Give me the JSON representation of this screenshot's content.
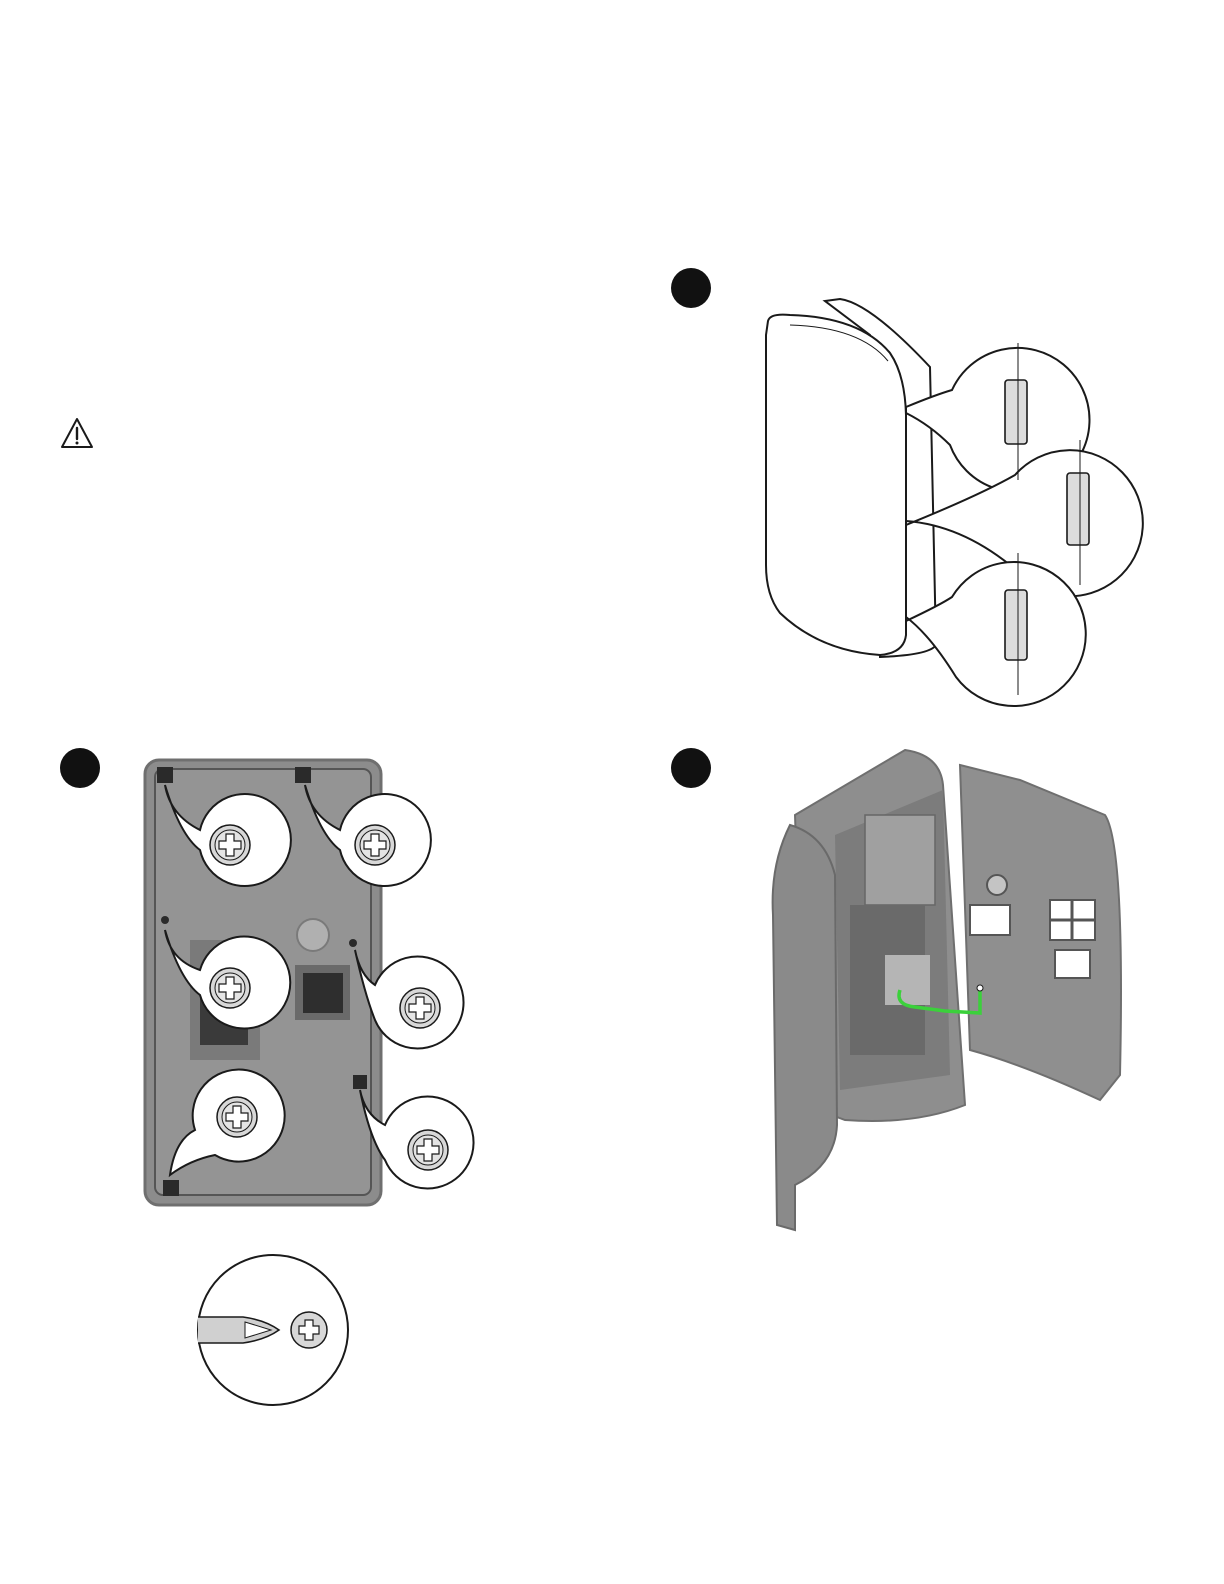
{
  "page": {
    "background": "#ffffff"
  },
  "colors": {
    "ink": "#1a1a1a",
    "badge": "#111111",
    "housing": "#8a8a8a",
    "housing_dark": "#6f6f6f",
    "ground_wire": "#3bd13b"
  },
  "icons": {
    "warning": "warning-triangle-icon",
    "screw": "phillips-screw-icon",
    "screwdriver": "phillips-screwdriver-icon"
  },
  "steps": [
    {
      "figure": "hinge-alignment-figure"
    },
    {
      "figure": "remove-screws-figure"
    },
    {
      "figure": "open-cover-ground-wire-figure"
    }
  ]
}
